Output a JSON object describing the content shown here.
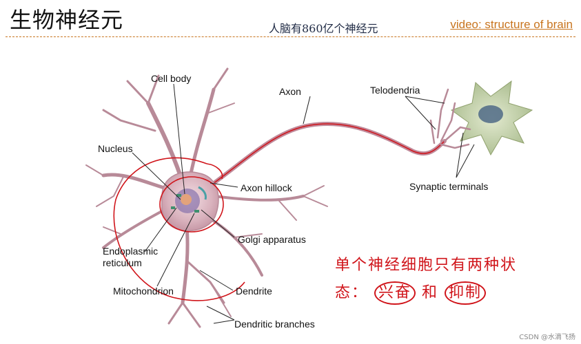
{
  "header": {
    "title": "生物神经元",
    "subtitle": "人脑有860亿个神经元",
    "link_text": "video: structure of brain"
  },
  "diagram": {
    "labels": {
      "cell_body": "Cell body",
      "axon": "Axon",
      "telodendria": "Telodendria",
      "nucleus": "Nucleus",
      "axon_hillock": "Axon hillock",
      "synaptic_terminals": "Synaptic terminals",
      "golgi": "Golgi apparatus",
      "endoplasmic_1": "Endoplasmic",
      "endoplasmic_2": "reticulum",
      "mitochondrion": "Mitochondrion",
      "dendrite": "Dendrite",
      "dendritic_branches": "Dendritic branches"
    }
  },
  "annotation": {
    "line1": "单个神经细胞只有两种状",
    "line2_prefix": "态：",
    "excite": "兴奋",
    "and": "和",
    "inhibit": "抑制"
  },
  "watermark": "CSDN @水滴飞扬",
  "colors": {
    "accent_link": "#c8741e",
    "annotation_red": "#d0141a",
    "neuron_fill": "#d9b7c1",
    "target_cell": "#b9c79a"
  }
}
